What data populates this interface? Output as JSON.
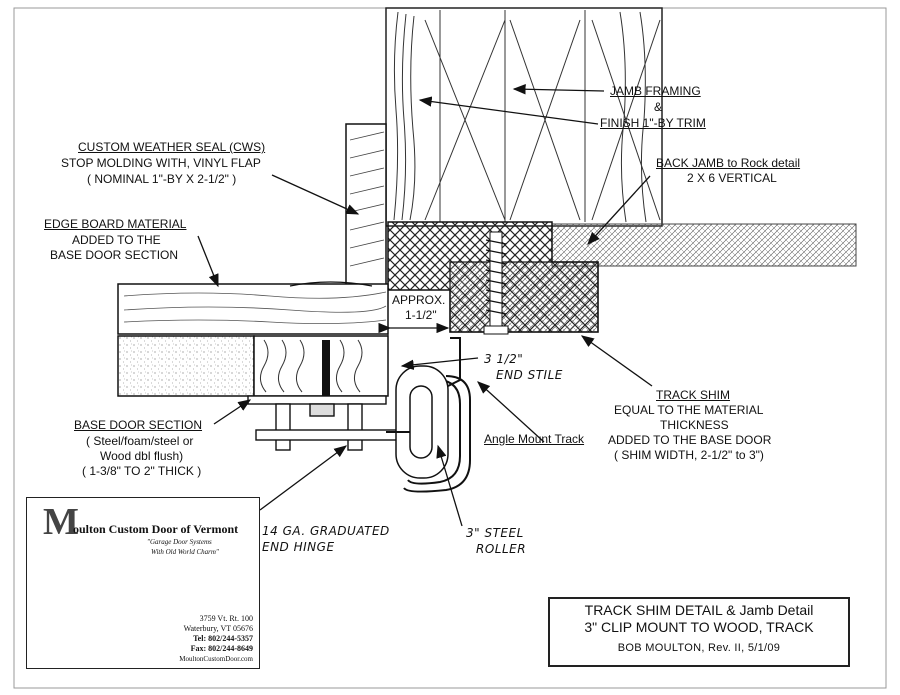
{
  "labels": {
    "jamb_framing": "JAMB FRAMING",
    "amp": "&",
    "finish_trim": "FINISH 1\"-BY TRIM",
    "back_jamb": "BACK JAMB to Rock detail",
    "two_by_six": "2 X 6 VERTICAL",
    "cws_title": "CUSTOM WEATHER SEAL (CWS)",
    "cws_line1": "STOP MOLDING WITH, VINYL FLAP",
    "cws_line2": "( NOMINAL 1\"-BY X 2-1/2\" )",
    "edge_title": "EDGE BOARD MATERIAL",
    "edge_line1": "ADDED TO THE",
    "edge_line2": "BASE DOOR SECTION",
    "approx": "APPROX.",
    "approx_val": "1-1/2\"",
    "end_stile_1": "3 1/2\"",
    "end_stile_2": "END STILE",
    "track_shim_title": "TRACK SHIM",
    "track_shim_1": "EQUAL TO THE MATERIAL",
    "track_shim_2": "THICKNESS",
    "track_shim_3": "ADDED TO THE BASE DOOR",
    "track_shim_4": "( SHIM WIDTH, 2-1/2\"  to 3\")",
    "angle_mount": "Angle Mount Track",
    "base_title": "BASE DOOR SECTION",
    "base_1": "( Steel/foam/steel or",
    "base_2": "Wood dbl flush)",
    "base_3": "( 1-3/8\" TO 2\" THICK )",
    "hinge_1": "14 GA. GRADUATED",
    "hinge_2": "END HINGE",
    "roller_1": "3\" STEEL",
    "roller_2": "ROLLER"
  },
  "logo": {
    "name": "oulton Custom Door of Vermont",
    "initial": "M",
    "tagline_1": "\"Garage Door Systems",
    "tagline_2": "With Old World Charm\"",
    "addr_1": "3759 Vt. Rt. 100",
    "addr_2": "Waterbury, VT 05676",
    "tel": "Tel: 802/244-5357",
    "fax": "Fax: 802/244-8649",
    "web": "MoultonCustomDoor.com"
  },
  "title_block": {
    "line1": "TRACK SHIM DETAIL & Jamb Detail",
    "line2": "3\" CLIP MOUNT TO WOOD, TRACK",
    "author": "BOB MOULTON,  Rev. II, 5/1/09"
  }
}
